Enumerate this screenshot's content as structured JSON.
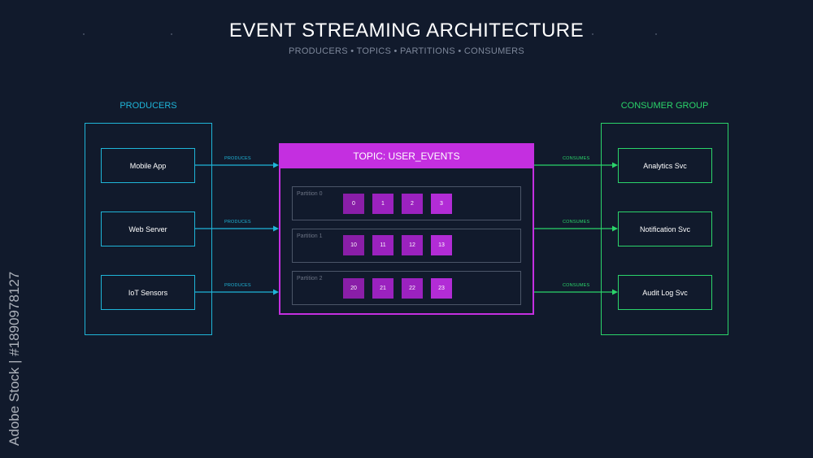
{
  "title": "EVENT STREAMING ARCHITECTURE",
  "subtitle": "PRODUCERS • TOPICS • PARTITIONS • CONSUMERS",
  "colors": {
    "background": "#111a2c",
    "producer": "#1fb5d8",
    "consumer": "#2bd46a",
    "topic": "#c42fe0",
    "offset_dark": "#8a1ea8",
    "offset_mid": "#9b22bf",
    "offset_light": "#b22cd6"
  },
  "producers": {
    "label": "PRODUCERS",
    "items": [
      "Mobile App",
      "Web Server",
      "IoT Sensors"
    ],
    "edge_label": "PRODUCES"
  },
  "consumers": {
    "label": "CONSUMER GROUP",
    "items": [
      "Analytics Svc",
      "Notification Svc",
      "Audit Log Svc"
    ],
    "edge_label": "CONSUMES"
  },
  "topic": {
    "label": "TOPIC: USER_EVENTS",
    "partitions": [
      {
        "label": "Partition 0",
        "offsets": [
          "0",
          "1",
          "2",
          "3"
        ]
      },
      {
        "label": "Partition 1",
        "offsets": [
          "10",
          "11",
          "12",
          "13"
        ]
      },
      {
        "label": "Partition 2",
        "offsets": [
          "20",
          "21",
          "22",
          "23"
        ]
      }
    ]
  },
  "watermark": {
    "side_text": "Adobe Stock | #1890978127"
  }
}
